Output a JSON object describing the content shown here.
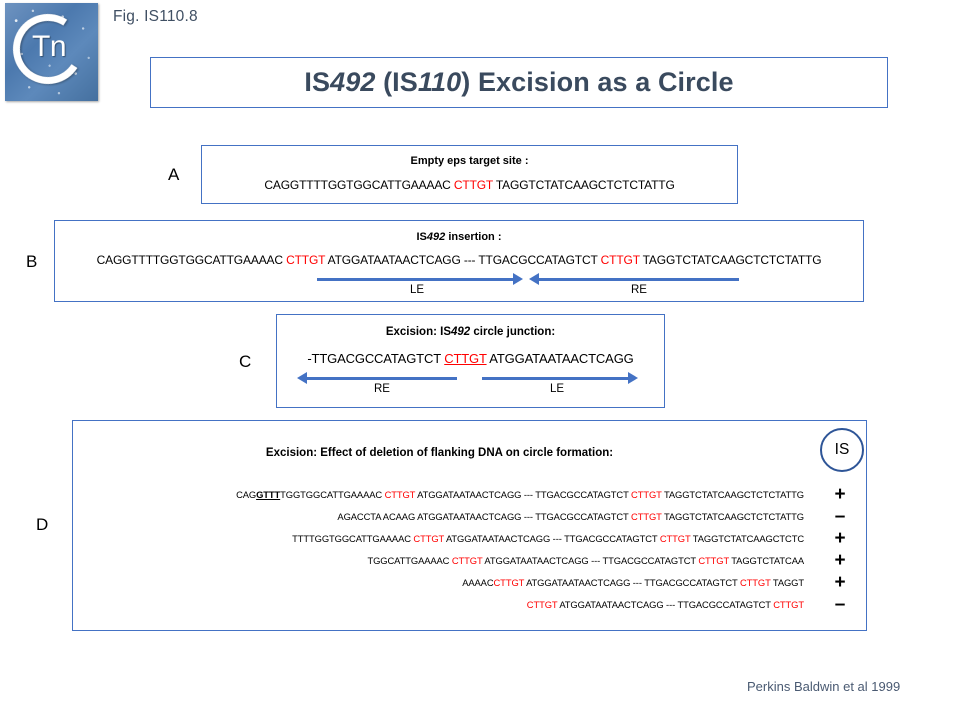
{
  "figure": {
    "number": "Fig. IS110.8",
    "title_parts": [
      "IS",
      "492",
      " (IS",
      "110",
      ") Excision as a Circle"
    ],
    "title_plain": "IS492 (IS110) Excision as a Circle",
    "credit": "Perkins Baldwin et al 1999",
    "logo_text": "Tn"
  },
  "colors": {
    "border_blue": "#4472c4",
    "arrow_blue": "#4472c4",
    "title_text": "#3a4a5e",
    "highlight_red": "#ff0000",
    "credit_gray": "#4a5a72",
    "badge_blue": "#2e5597"
  },
  "panels": {
    "a": {
      "label": "A",
      "heading": "Empty eps target site :",
      "sequence": [
        {
          "text": "CAGGTTTTGGTGGCATTGAAAAC ",
          "style": "plain"
        },
        {
          "text": "CTTGT",
          "style": "red"
        },
        {
          "text": " TAGGTCTATCAAGCTCTCTATTG",
          "style": "plain"
        }
      ]
    },
    "b": {
      "label": "B",
      "heading_pre": "IS",
      "heading_italic": "492",
      "heading_post": " insertion :",
      "heading_plain": "IS492 insertion :",
      "sequence": [
        {
          "text": "CAGGTTTTGGTGGCATTGAAAAC ",
          "style": "plain"
        },
        {
          "text": "CTTGT",
          "style": "red"
        },
        {
          "text": " ATGGATAATAACTCAGG --- TTGACGCCATAGTCT ",
          "style": "plain"
        },
        {
          "text": "CTTGT",
          "style": "red"
        },
        {
          "text": " TAGGTCTATCAAGCTCTCTATTG",
          "style": "plain"
        }
      ],
      "arrows": [
        {
          "label": "LE",
          "direction": "right"
        },
        {
          "label": "RE",
          "direction": "left"
        }
      ]
    },
    "c": {
      "label": "C",
      "heading_pre": "Excision: IS",
      "heading_italic": "492",
      "heading_post": " circle junction:",
      "heading_plain": "Excision: IS492 circle junction:",
      "sequence": [
        {
          "text": "-TTGACGCCATAGTCT ",
          "style": "plain"
        },
        {
          "text": "CTTGT",
          "style": "red-underline"
        },
        {
          "text": " ATGGATAATAACTCAGG",
          "style": "plain"
        }
      ],
      "arrows": [
        {
          "label": "RE",
          "direction": "left"
        },
        {
          "label": "LE",
          "direction": "right"
        }
      ]
    },
    "d": {
      "label": "D",
      "heading": "Excision: Effect of deletion of flanking DNA on circle formation:",
      "badge_label": "IS",
      "rows": [
        {
          "sign": "+",
          "sequence": [
            {
              "text": "CAG",
              "style": "plain"
            },
            {
              "text": "GTTT",
              "style": "bold-underline"
            },
            {
              "text": "TGGTGGCATTGAAAAC ",
              "style": "plain"
            },
            {
              "text": "CTTGT",
              "style": "red"
            },
            {
              "text": " ATGGATAATAACTCAGG --- TTGACGCCATAGTCT ",
              "style": "plain"
            },
            {
              "text": "CTTGT",
              "style": "red"
            },
            {
              "text": " TAGGTCTATCAAGCTCTCTATTG",
              "style": "plain"
            }
          ]
        },
        {
          "sign": "–",
          "sequence": [
            {
              "text": "AGACCTA ACAAG ATGGATAATAACTCAGG --- TTGACGCCATAGTCT ",
              "style": "plain"
            },
            {
              "text": "CTTGT",
              "style": "red"
            },
            {
              "text": " TAGGTCTATCAAGCTCTCTATTG",
              "style": "plain"
            }
          ]
        },
        {
          "sign": "+",
          "sequence": [
            {
              "text": "TTTTGGTGGCATTGAAAAC ",
              "style": "plain"
            },
            {
              "text": "CTTGT",
              "style": "red"
            },
            {
              "text": " ATGGATAATAACTCAGG --- TTGACGCCATAGTCT ",
              "style": "plain"
            },
            {
              "text": "CTTGT",
              "style": "red"
            },
            {
              "text": " TAGGTCTATCAAGCTCTC",
              "style": "plain"
            }
          ]
        },
        {
          "sign": "+",
          "sequence": [
            {
              "text": "TGGCATTGAAAAC ",
              "style": "plain"
            },
            {
              "text": "CTTGT",
              "style": "red"
            },
            {
              "text": " ATGGATAATAACTCAGG --- TTGACGCCATAGTCT ",
              "style": "plain"
            },
            {
              "text": "CTTGT",
              "style": "red"
            },
            {
              "text": " TAGGTCTATCAA",
              "style": "plain"
            }
          ]
        },
        {
          "sign": "+",
          "sequence": [
            {
              "text": "AAAAC",
              "style": "plain"
            },
            {
              "text": "CTTGT",
              "style": "red"
            },
            {
              "text": " ATGGATAATAACTCAGG --- TTGACGCCATAGTCT ",
              "style": "plain"
            },
            {
              "text": "CTTGT",
              "style": "red"
            },
            {
              "text": " TAGGT",
              "style": "plain"
            }
          ]
        },
        {
          "sign": "–",
          "sequence": [
            {
              "text": "CTTGT",
              "style": "red"
            },
            {
              "text": " ATGGATAATAACTCAGG --- TTGACGCCATAGTCT ",
              "style": "plain"
            },
            {
              "text": "CTTGT",
              "style": "red"
            },
            {
              "text": "",
              "style": "plain"
            }
          ]
        }
      ]
    }
  }
}
